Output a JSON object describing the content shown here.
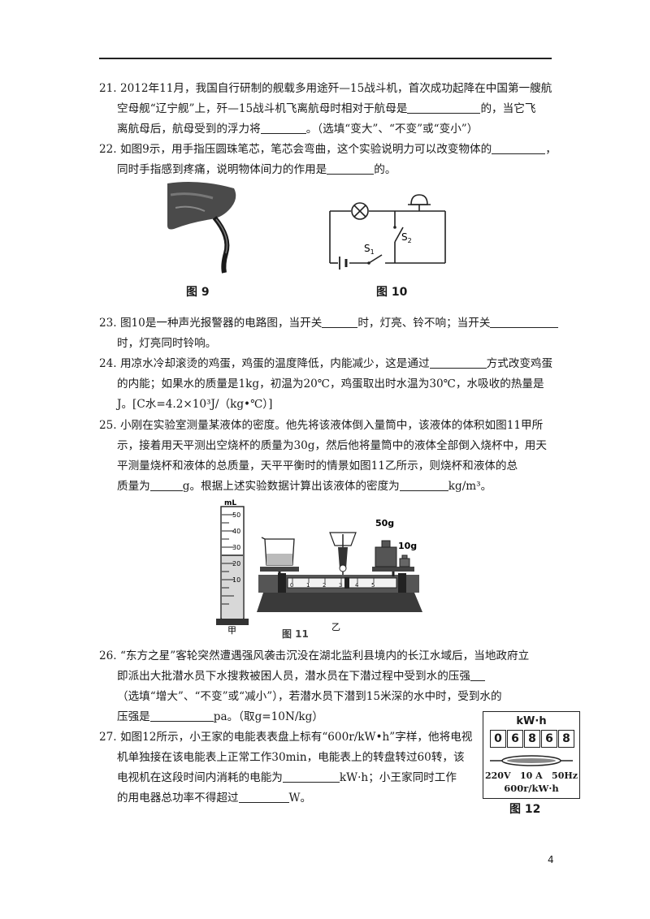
{
  "q21": {
    "line1": "21. 2012年11月，我国自行研制的舰载多用途歼—15战斗机，首次成功起降在中国第一艘航",
    "line2a": "空母舰“辽宁舰”上，歼—15战斗机飞离航母时相对于航母是",
    "line2b": "的，当它飞",
    "line3a": "离航母后，航母受到的浮力将",
    "line3b": "。（选填“变大”、“不变”或“变小”）"
  },
  "q22": {
    "line1a": "22. 如图9示，用手指压圆珠笔芯，笔芯会弯曲，这个实验说明力可以改变物体的",
    "line1b": "，",
    "line2a": "同时手指感到疼痛，说明物体间力的作用是",
    "line2b": "的。"
  },
  "fig9": {
    "caption": "图 9"
  },
  "fig10": {
    "caption": "图 10",
    "s1": "S",
    "s1_sub": "1",
    "s2": "S",
    "s2_sub": "2"
  },
  "q23": {
    "line1a": "23. 图10是一种声光报警器的电路图，当开关",
    "line1b": "时，灯亮、铃不响；当开关",
    "line2": "时，灯亮同时铃响。"
  },
  "q24": {
    "line1a": "24. 用凉水冷却滚烫的鸡蛋，鸡蛋的温度降低，内能减少，这是通过",
    "line1b": "方式改变鸡蛋",
    "line2": "的内能；如果水的质量是1kg，初温为20℃，鸡蛋取出时水温为30℃，水吸收的热量是",
    "line3": "J。[C水=4.2×10³J/（kg•℃）]"
  },
  "q25": {
    "line1": "25. 小刚在实验室测量某液体的密度。他先将该液体倒入量筒中，该液体的体积如图11甲所",
    "line2": "示，接着用天平测出空烧杯的质量为30g，然后他将量筒中的液体全部倒入烧杯中，用天",
    "line3": "平测量烧杯和液体的总质量，天平平衡时的情景如图11乙所示，则烧杯和液体的总",
    "line4a": "质量为",
    "line4b": "g。根据上述实验数据计算出该液体的密度为",
    "line4c": "kg/m³。"
  },
  "fig11": {
    "cylinder_unit": "mL",
    "ticks": [
      "50",
      "40",
      "30",
      "20",
      "10"
    ],
    "weight_large": "50g",
    "weight_small": "10g",
    "ruler_numbers": [
      "0",
      "1",
      "2",
      "3",
      "4",
      "5"
    ],
    "label_jia": "甲",
    "label_yi": "乙",
    "caption": "图 11"
  },
  "q26": {
    "line1": "26. “东方之星”客轮突然遭遇强风袭击沉没在湖北监利县境内的长江水域后，当地政府立",
    "line2a": "即派出大批潜水员下水搜救被困人员，潜水员在下潜过程中受到水的压强",
    "line3": "（选填“增大”、“不变”或“减小”），若潜水员下潜到15米深的水中时，受到水的",
    "line4a": "压强是",
    "line4b": "pa。（取g=10N/kg）"
  },
  "q27": {
    "line1": "27. 如图12所示，小王家的电能表表盘上标有“600r/kW•h”字样，他将电视",
    "line2": "机单独接在该电能表上正常工作30min，电能表上的转盘转过60转，该",
    "line3a": "电视机在这段时间内消耗的电能为",
    "line3b": "kW·h；小王家同时工作",
    "line4a": "的用电器总功率不得超过",
    "line4b": "W。"
  },
  "fig12": {
    "unit": "kW·h",
    "digits": [
      "0",
      "6",
      "8",
      "6",
      "8"
    ],
    "voltage": "220V",
    "current": "10 A",
    "frequency": "50Hz",
    "rate": "600r/kW·h",
    "caption": "图 12"
  },
  "page_number": "4"
}
